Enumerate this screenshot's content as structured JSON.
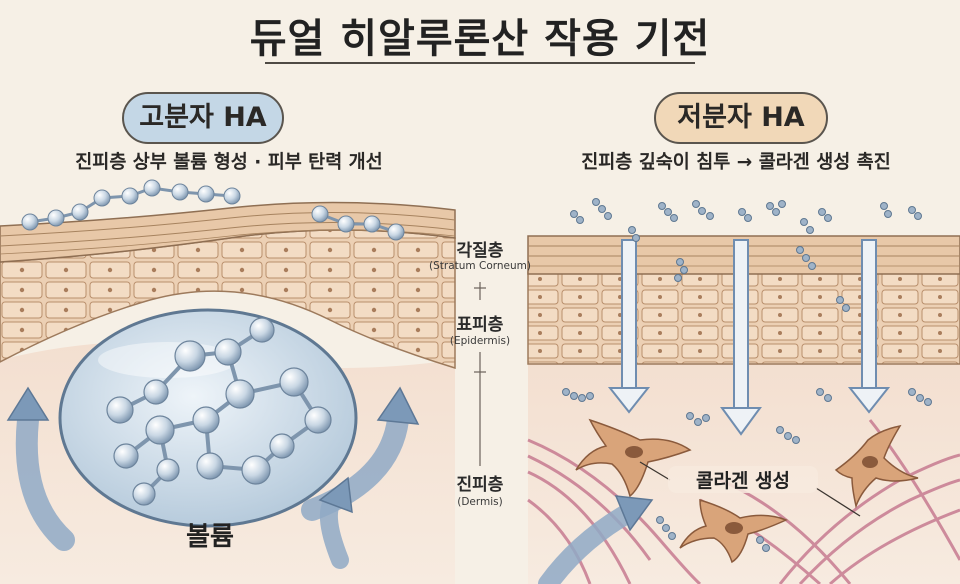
{
  "title": "듀얼 히알루론산 작용 기전",
  "left": {
    "label": "고분자 HA",
    "caption": "진피층 상부 볼륨 형성 · 피부 탄력 개선",
    "volume_label": "볼륨"
  },
  "right": {
    "label": "저분자 HA",
    "caption": "진피층 깊숙이 침투 → 콜라겐 생성 촉진",
    "collagen_label": "콜라겐 생성"
  },
  "layers": [
    {
      "name": "각질층",
      "latin": "(Stratum Corneum)"
    },
    {
      "name": "표피층",
      "latin": "(Epidermis)"
    },
    {
      "name": "진피층",
      "latin": "(Dermis)"
    }
  ],
  "colors": {
    "background": "#f6f0e6",
    "high_mw_pill": "#c4d7e6",
    "low_mw_pill": "#f1d8b8",
    "skin_cells": "#e8c6a4",
    "dermis": "#f2dccd",
    "arrow_blue": "#8fa9c5",
    "molecule": "#9fb3c8",
    "fibroblast": "#d9a47a",
    "collagen_fiber": "#c4748c"
  }
}
